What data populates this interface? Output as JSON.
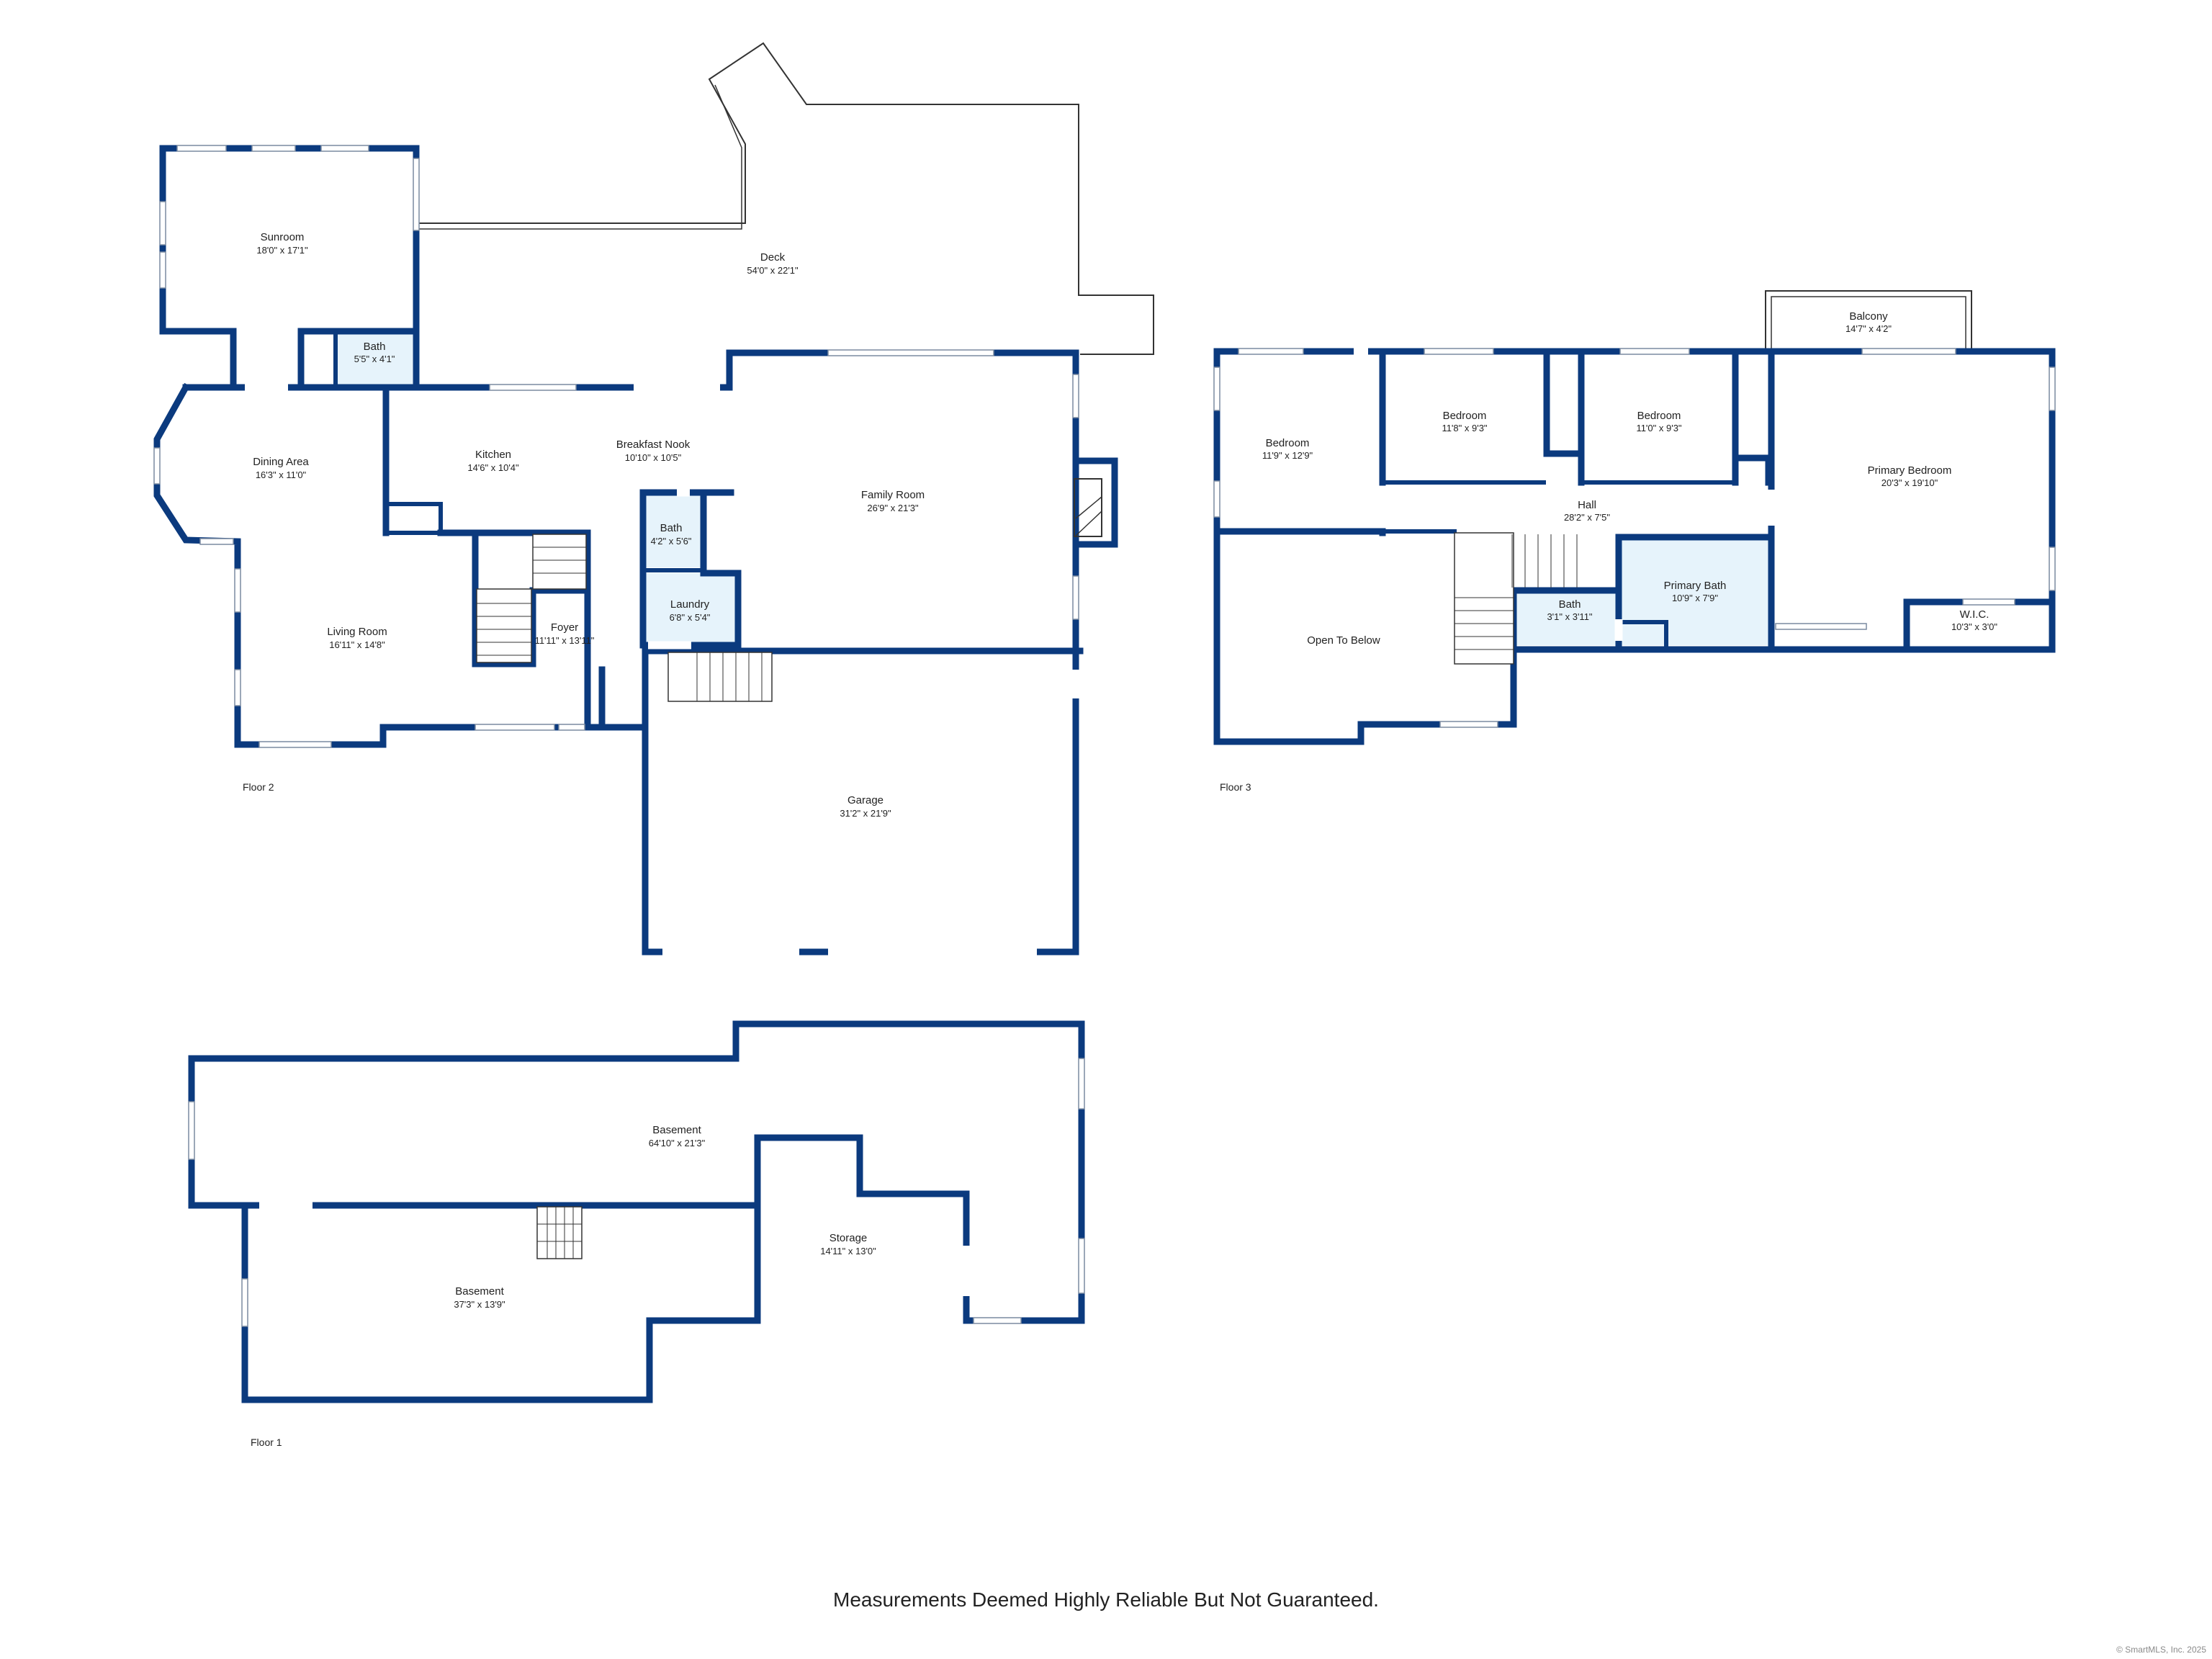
{
  "floors": {
    "floor2": {
      "label": "Floor 2",
      "rooms": {
        "sunroom": {
          "name": "Sunroom",
          "dim": "18'0\" x 17'1\""
        },
        "deck": {
          "name": "Deck",
          "dim": "54'0\" x 22'1\""
        },
        "bath_upper": {
          "name": "Bath",
          "dim": "5'5\" x 4'1\""
        },
        "dining": {
          "name": "Dining Area",
          "dim": "16'3\" x 11'0\""
        },
        "kitchen": {
          "name": "Kitchen",
          "dim": "14'6\" x 10'4\""
        },
        "nook": {
          "name": "Breakfast Nook",
          "dim": "10'10\" x 10'5\""
        },
        "family": {
          "name": "Family Room",
          "dim": "26'9\" x 21'3\""
        },
        "bath_small": {
          "name": "Bath",
          "dim": "4'2\" x 5'6\""
        },
        "laundry": {
          "name": "Laundry",
          "dim": "6'8\" x 5'4\""
        },
        "living": {
          "name": "Living Room",
          "dim": "16'11\" x 14'8\""
        },
        "foyer": {
          "name": "Foyer",
          "dim": "11'11\" x 13'11\""
        },
        "garage": {
          "name": "Garage",
          "dim": "31'2\" x 21'9\""
        }
      }
    },
    "floor3": {
      "label": "Floor 3",
      "rooms": {
        "balcony": {
          "name": "Balcony",
          "dim": "14'7\" x 4'2\""
        },
        "bedroom1": {
          "name": "Bedroom",
          "dim": "11'9\" x 12'9\""
        },
        "bedroom2": {
          "name": "Bedroom",
          "dim": "11'8\" x 9'3\""
        },
        "bedroom3": {
          "name": "Bedroom",
          "dim": "11'0\" x 9'3\""
        },
        "primary_bedroom": {
          "name": "Primary Bedroom",
          "dim": "20'3\" x 19'10\""
        },
        "hall": {
          "name": "Hall",
          "dim": "28'2\" x 7'5\""
        },
        "open_below": {
          "name": "Open To Below"
        },
        "bath": {
          "name": "Bath",
          "dim": "3'1\" x 3'11\""
        },
        "primary_bath": {
          "name": "Primary Bath",
          "dim": "10'9\" x 7'9\""
        },
        "wic": {
          "name": "W.I.C.",
          "dim": "10'3\" x 3'0\""
        }
      }
    },
    "floor1": {
      "label": "Floor 1",
      "rooms": {
        "basement_upper": {
          "name": "Basement",
          "dim": "64'10\" x 21'3\""
        },
        "basement_lower": {
          "name": "Basement",
          "dim": "37'3\" x 13'9\""
        },
        "storage": {
          "name": "Storage",
          "dim": "14'11\" x 13'0\""
        }
      }
    }
  },
  "disclaimer": "Measurements Deemed Highly Reliable But Not Guaranteed.",
  "copyright": "© SmartMLS, Inc. 2025",
  "colors": {
    "wall": "#0b3a7e",
    "bath_fill": "#e6f3fb"
  }
}
